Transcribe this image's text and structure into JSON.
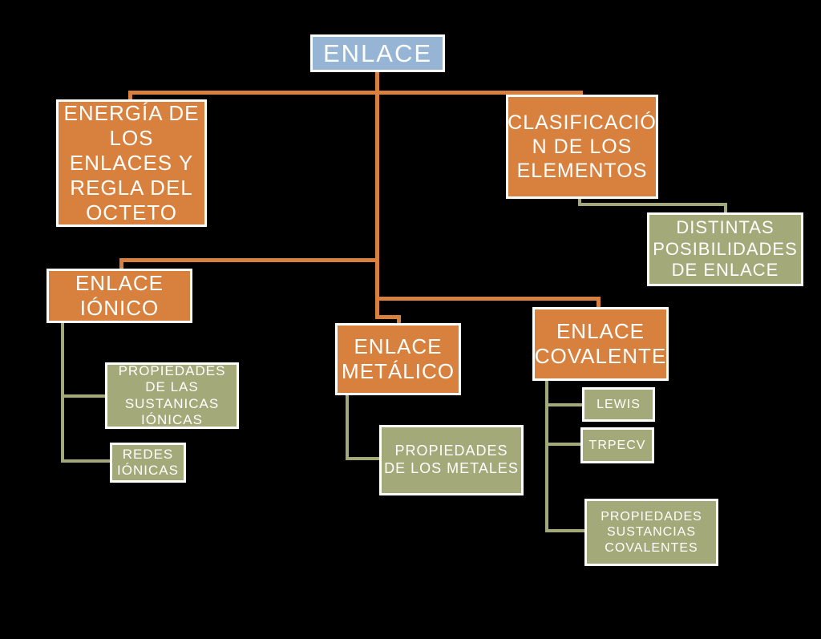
{
  "diagram": {
    "background": "#000000",
    "colors": {
      "root_fill": "#96b4d3",
      "level1_fill": "#d8813e",
      "level2_fill": "#a4a979",
      "box_border": "#ffffff",
      "text": "#ffffff",
      "connector_primary": "#d8813e",
      "connector_secondary": "#a4a979"
    },
    "nodes": {
      "root": {
        "label": "ENLACE"
      },
      "energia": {
        "label": "ENERGÍA DE LOS ENLACES Y REGLA DEL OCTETO"
      },
      "clasificacion": {
        "label": "CLASIFICACIÓN DE LOS ELEMENTOS",
        "lines": [
          "CLASIFICACIÓ",
          "N DE LOS",
          "ELEMENTOS"
        ]
      },
      "distintas": {
        "label": "DISTINTAS POSIBILIDADES DE ENLACE"
      },
      "ionico": {
        "label": "ENLACE IÓNICO"
      },
      "prop_ionicas": {
        "label": "PROPIEDADES DE LAS SUSTANICAS IÓNICAS"
      },
      "redes": {
        "label": "REDES IÓNICAS"
      },
      "metalico": {
        "label": "ENLACE METÁLICO"
      },
      "prop_metales": {
        "label": "PROPIEDADES DE LOS METALES"
      },
      "covalente": {
        "label": "ENLACE COVALENTE"
      },
      "lewis": {
        "label": "LEWIS"
      },
      "trpecv": {
        "label": "TRPECV"
      },
      "prop_covalentes": {
        "label": "PROPIEDADES SUSTANCIAS COVALENTES"
      }
    }
  }
}
